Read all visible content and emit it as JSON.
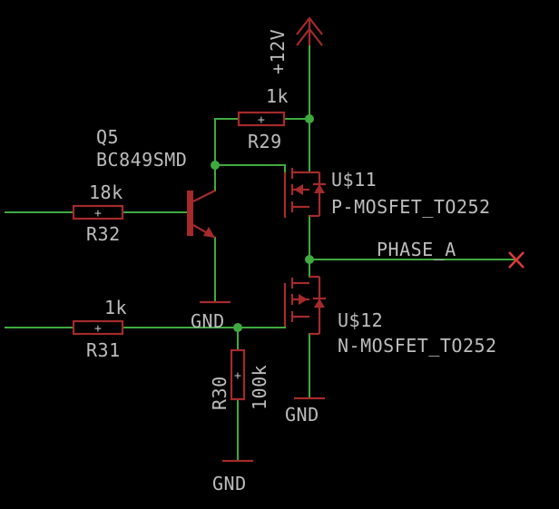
{
  "colors": {
    "background": "#000000",
    "wire": "#3faa3f",
    "component": "#a52a2a",
    "text": "#bdbdbd",
    "no_connect": "#e03a3a"
  },
  "supply": {
    "label": "+12V"
  },
  "components": {
    "q5": {
      "name": "Q5",
      "value": "BC849SMD"
    },
    "r29": {
      "name": "R29",
      "value": "1k"
    },
    "r32": {
      "name": "R32",
      "value": "18k"
    },
    "r31": {
      "name": "R31",
      "value": "1k"
    },
    "r30": {
      "name": "R30",
      "value": "100k"
    },
    "u11": {
      "name": "U$11",
      "value": "P-MOSFET_TO252"
    },
    "u12": {
      "name": "U$12",
      "value": "N-MOSFET_TO252"
    }
  },
  "nets": {
    "phase": "PHASE_A",
    "gnd_q5": "GND",
    "gnd_u12": "GND",
    "gnd_r30": "GND"
  },
  "pin_marker": "+"
}
